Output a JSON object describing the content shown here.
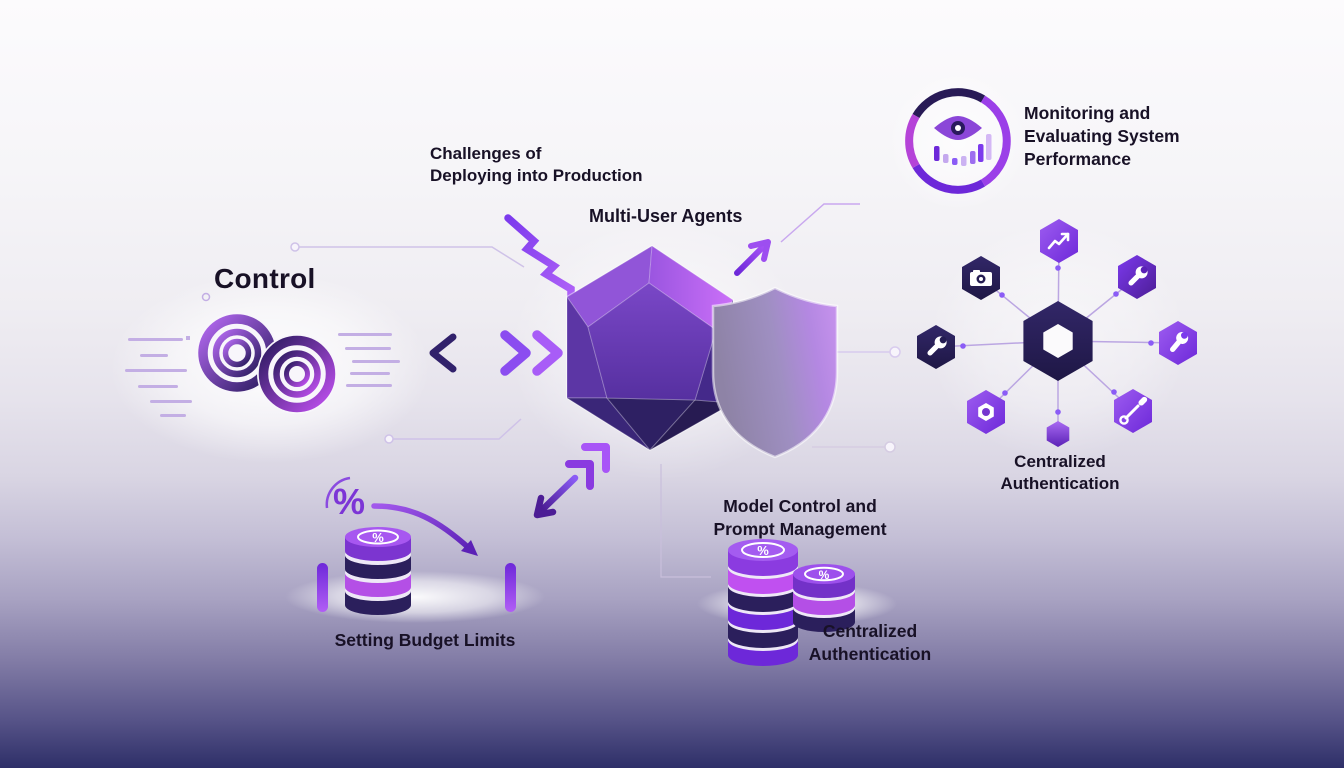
{
  "meta": {
    "type": "infographic-diagram",
    "theme": "purple-gradient"
  },
  "labels": {
    "control": "Control",
    "challenges": "Challenges of\nDeploying into Production",
    "multi_user_agents": "Multi-User Agents",
    "monitoring": "Monitoring and\nEvaluating System\nPerformance",
    "centralized_auth_network": "Centralized\nAuthentication",
    "model_control": "Model Control and\nPrompt Management",
    "centralized_auth_coins": "Centralized\nAuthentication",
    "budget_limits": "Setting Budget Limits"
  },
  "glyphs": {
    "percent": "%"
  },
  "colors": {
    "text": "#181126",
    "purple_bright": "#a855f7",
    "purple_mid": "#7c3aed",
    "purple_deep": "#5b21b6",
    "navy": "#2a1d5e",
    "magenta": "#bc4fe8",
    "connector_line": "#cfc2e8",
    "background_top": "#fcfbfd",
    "background_bottom": "#2e2f68"
  },
  "icons": {
    "left": "target-rings-icon",
    "center": [
      "crystal-polyhedron-icon",
      "shield-icon"
    ],
    "top_right": "monitoring-eye-chart-icon",
    "network_center": "hexagon-hub-icon",
    "network_satellites": [
      "line-chart-icon",
      "camera-icon",
      "wrench-icon",
      "wrench-icon",
      "wrench-icon",
      "nut-icon",
      "screwdriver-icon",
      "hexagon-icon"
    ],
    "bottom_left": [
      "percent-icon",
      "decline-arrow-icon",
      "coin-stack-icon",
      "pillar-icon",
      "pillar-icon"
    ],
    "bottom_center": [
      "coin-stack-icon",
      "coin-stack-icon"
    ],
    "arrows": [
      "zigzag-arrow-icon",
      "up-right-arrow-icon",
      "left-arrow-icon",
      "double-chevron-right-icon",
      "down-left-arrow-icon",
      "double-chevron-up-right-icon"
    ]
  }
}
